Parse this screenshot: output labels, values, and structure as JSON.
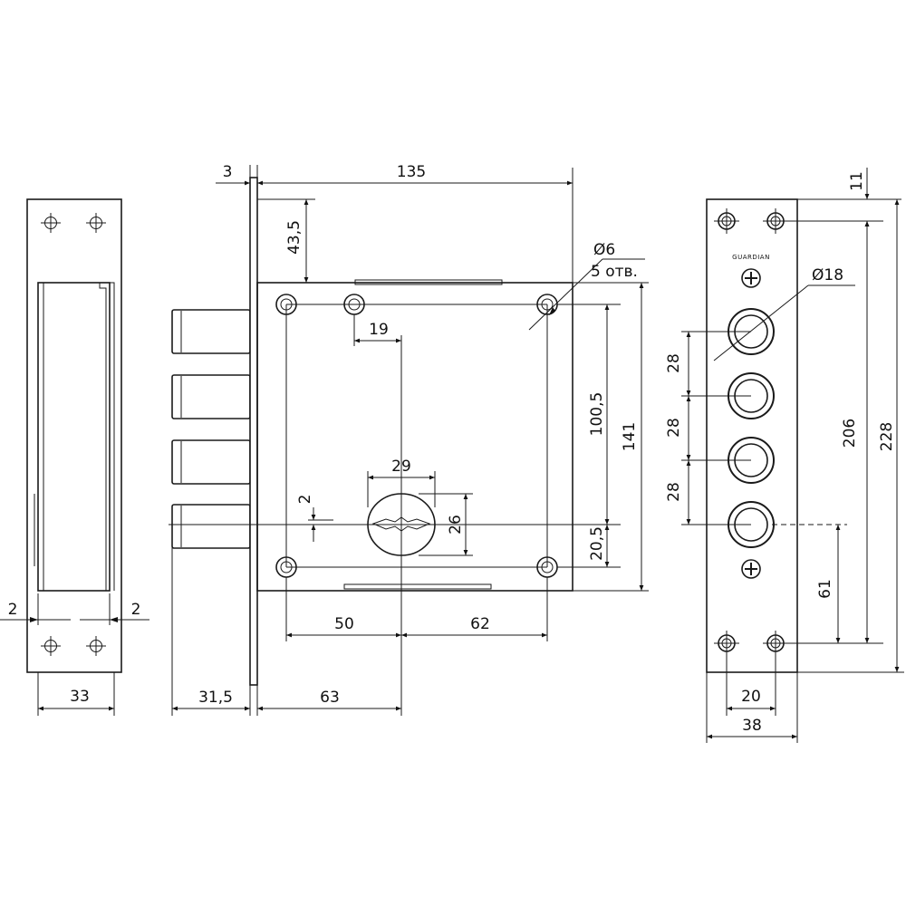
{
  "dimensions": {
    "strike_edge_left": "2",
    "strike_edge_right": "2",
    "strike_width": "33",
    "faceplate_thickness": "3",
    "body_length": "135",
    "top_offset": "43,5",
    "hole_diameter": "Ø6",
    "hole_count": "5 отв.",
    "hole_offset": "19",
    "keyhole_width": "29",
    "keyhole_offset": "2",
    "keyhole_height": "26",
    "hole_spacing": "100,5",
    "body_height": "141",
    "keyhole_to_hole": "20,5",
    "hole_to_key": "50",
    "key_to_hole": "62",
    "bolt_projection": "31,5",
    "backset": "63",
    "plate_top_offset": "11",
    "bolt_diameter": "Ø18",
    "bolt_pitch_1": "28",
    "bolt_pitch_2": "28",
    "bolt_pitch_3": "28",
    "plate_holes_span": "206",
    "plate_length": "228",
    "bottom_bolt_offset": "61",
    "bottom_hole_spacing": "20",
    "plate_width": "38"
  },
  "brand_mark": "GUARDIAN",
  "icons": {
    "mount_hole": "crosshair-circle-icon",
    "screw": "phillips-screw-icon"
  }
}
